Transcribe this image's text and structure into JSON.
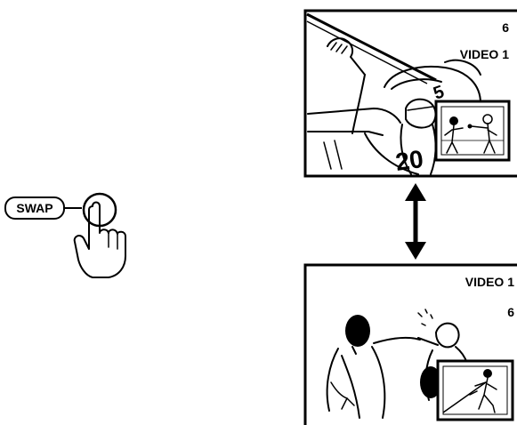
{
  "remote": {
    "swap_label": "SWAP"
  },
  "screen_top": {
    "channel": "6",
    "source": "VIDEO 1",
    "jersey_number": "20"
  },
  "screen_bottom": {
    "source": "VIDEO 1",
    "channel": "6"
  },
  "icons": {
    "press": "hand-pointer-icon",
    "swap_arrow": "double-arrow-vertical-icon"
  }
}
